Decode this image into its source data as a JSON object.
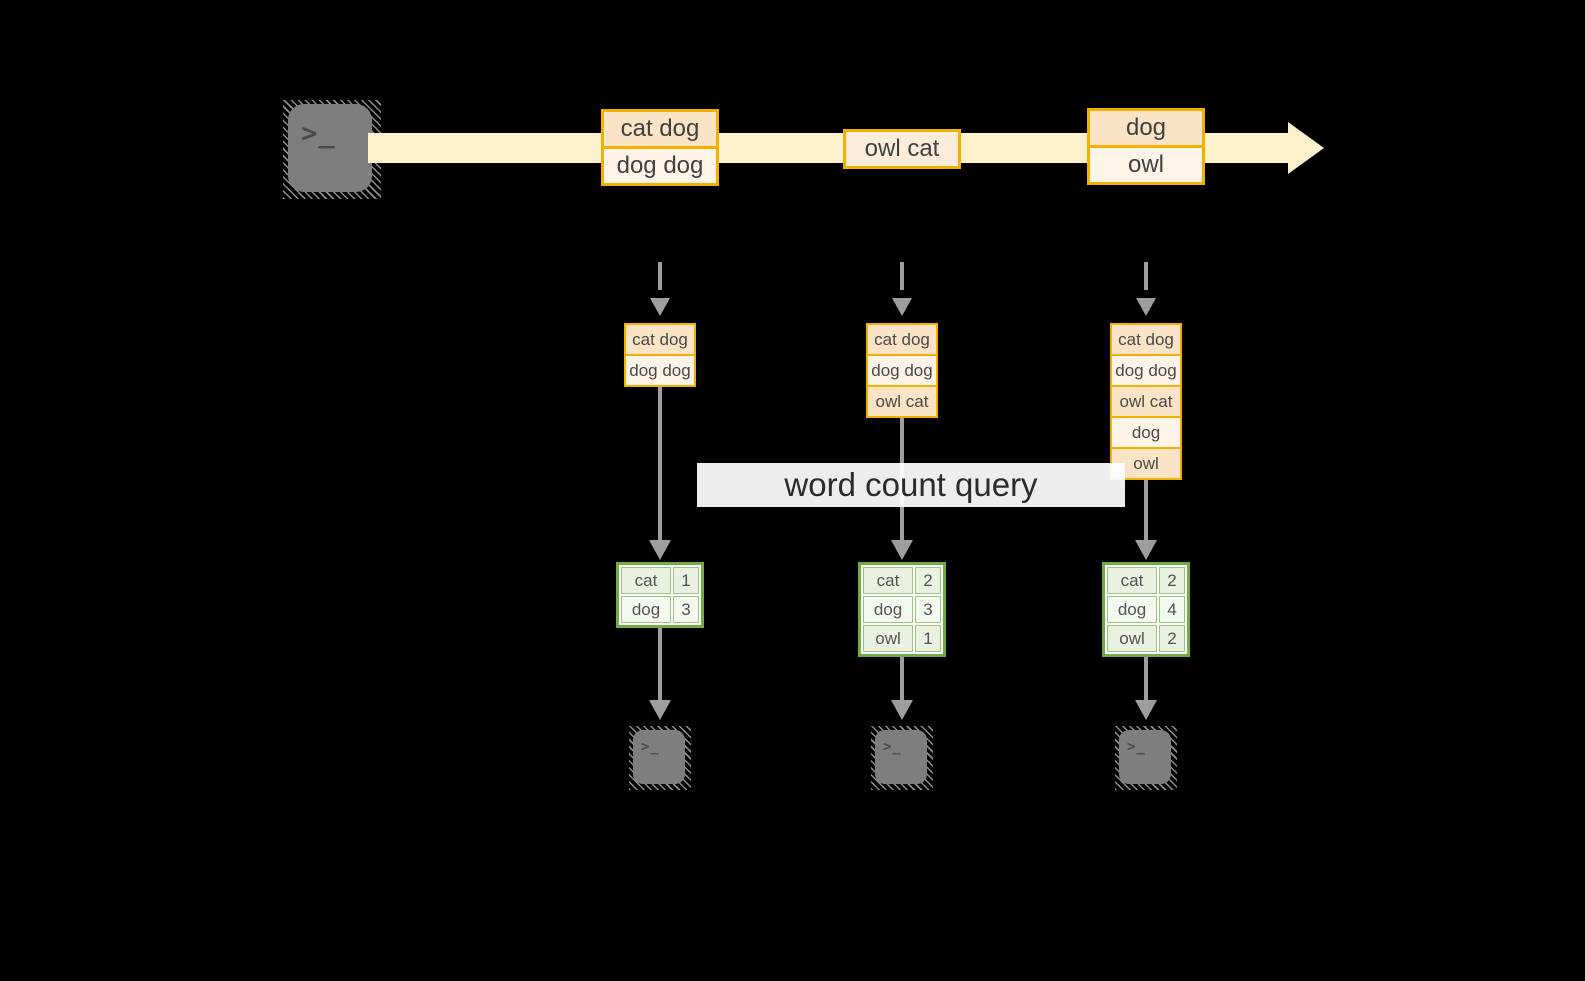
{
  "diagram": {
    "query_label": "word count query",
    "source_icon": "terminal-icon",
    "sink_icon": "terminal-icon",
    "stream": {
      "batches": [
        {
          "records": [
            "cat dog",
            "dog dog"
          ]
        },
        {
          "records": [
            "owl cat"
          ]
        },
        {
          "records": [
            "dog",
            "owl"
          ]
        }
      ]
    },
    "snapshots": [
      {
        "input_records": [
          "cat dog",
          "dog dog"
        ],
        "counts": [
          [
            "cat",
            "1"
          ],
          [
            "dog",
            "3"
          ]
        ]
      },
      {
        "input_records": [
          "cat dog",
          "dog dog",
          "owl cat"
        ],
        "counts": [
          [
            "cat",
            "2"
          ],
          [
            "dog",
            "3"
          ],
          [
            "owl",
            "1"
          ]
        ]
      },
      {
        "input_records": [
          "cat dog",
          "dog dog",
          "owl cat",
          "dog",
          "owl"
        ],
        "counts": [
          [
            "cat",
            "2"
          ],
          [
            "dog",
            "4"
          ],
          [
            "owl",
            "2"
          ]
        ]
      }
    ],
    "colors": {
      "background": "#000000",
      "stream_band": "#fcf1cc",
      "record_border": "#f2b100",
      "record_fill_dark": "#fbe3c5",
      "record_fill_light": "#fdf3e6",
      "table_border": "#6fad47",
      "table_cell": "#e9f1e0",
      "arrow_gray": "#9e9e9e"
    }
  }
}
